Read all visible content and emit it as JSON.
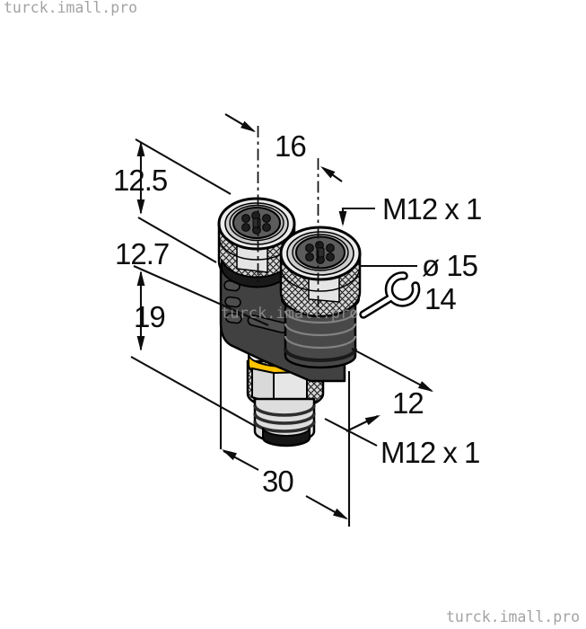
{
  "watermarks": {
    "top_left": "turck.imall.pro",
    "center": "turck.imall.pro",
    "bottom_right": "turck.imall.pro"
  },
  "labels": {
    "dim_left_top": "12.5",
    "dim_left_mid": "12.7",
    "dim_left_bottom": "19",
    "dim_top_width": "16",
    "thread_top": "M12 x 1",
    "diameter": "ø 15",
    "wrench_size": "14",
    "dim_thread": "12",
    "thread_bottom": "M12 x 1",
    "dim_overall": "30"
  },
  "colors": {
    "seal_ring": "#fdc400",
    "line": "#0d0d0d",
    "body_dark": "#414141",
    "metal_light": "#d6d6d6",
    "watermark": "#a3a3a3"
  }
}
